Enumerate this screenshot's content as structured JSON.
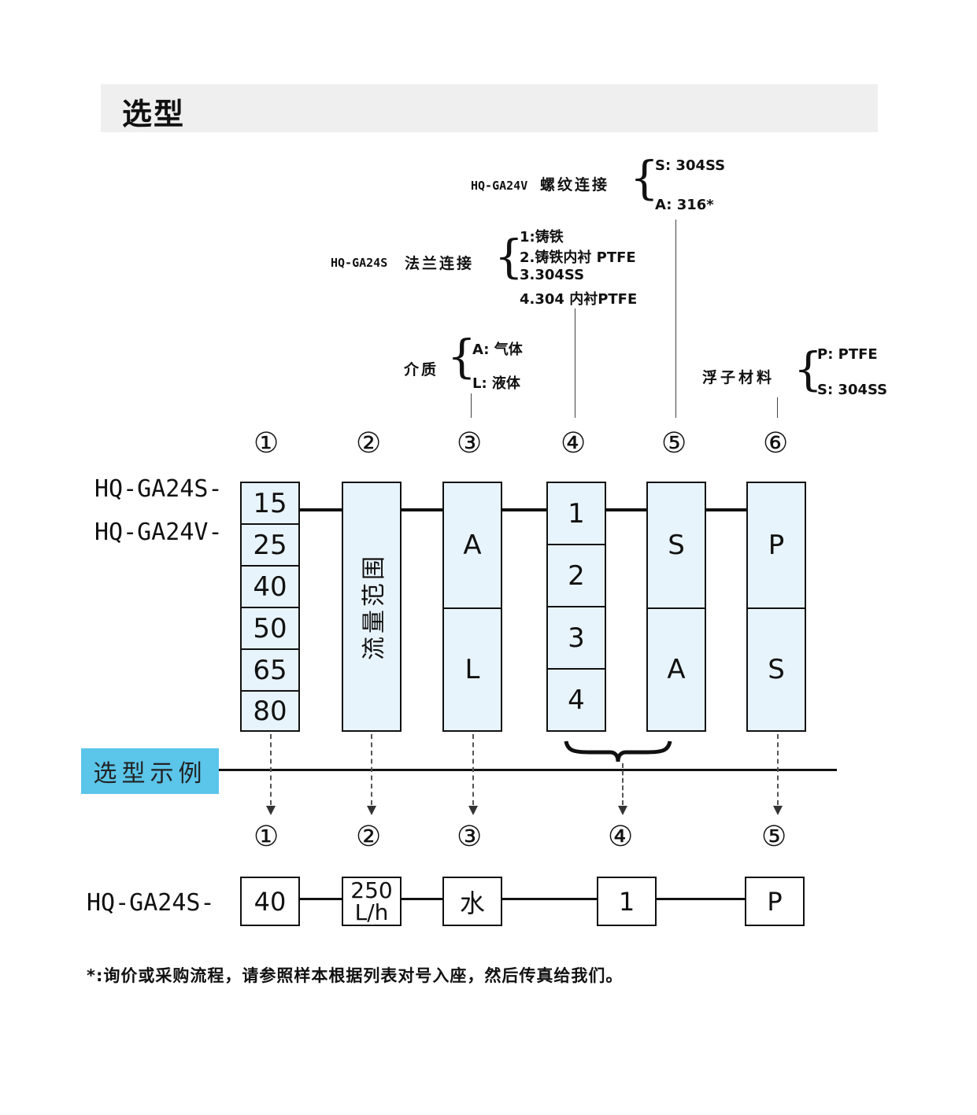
{
  "header": {
    "title": "选型"
  },
  "annotations": {
    "thread": {
      "model": "HQ-GA24V",
      "label": "螺纹连接",
      "options": [
        "S: 304SS",
        "A: 316*"
      ]
    },
    "flange": {
      "model": "HQ-GA24S",
      "label": "法兰连接",
      "options": [
        "1:铸铁",
        "2.铸铁内衬 PTFE",
        "3.304SS",
        "4.304 内衬PTFE"
      ]
    },
    "medium": {
      "label": "介质",
      "options": [
        "A: 气体",
        "L: 液体"
      ]
    },
    "float": {
      "label": "浮子材料",
      "options": [
        "P: PTFE",
        "S: 304SS"
      ]
    }
  },
  "codes": {
    "markers": [
      "①",
      "②",
      "③",
      "④",
      "⑤",
      "⑥"
    ],
    "models": [
      "HQ-GA24S-",
      "HQ-GA24V-"
    ],
    "col1": [
      "15",
      "25",
      "40",
      "50",
      "65",
      "80"
    ],
    "col2": "流量范围",
    "col3": [
      "A",
      "L"
    ],
    "col4": [
      "1",
      "2",
      "3",
      "4"
    ],
    "col5": [
      "S",
      "A"
    ],
    "col6": [
      "P",
      "S"
    ]
  },
  "example": {
    "label": "选型示例",
    "markers": [
      "①",
      "②",
      "③",
      "④",
      "⑤"
    ],
    "model": "HQ-GA24S-",
    "values": [
      "40",
      "250\nL/h",
      "水",
      "1",
      "P"
    ]
  },
  "footnote": "*:询价或采购流程，请参照样本根据列表对号入座，然后传真给我们。"
}
